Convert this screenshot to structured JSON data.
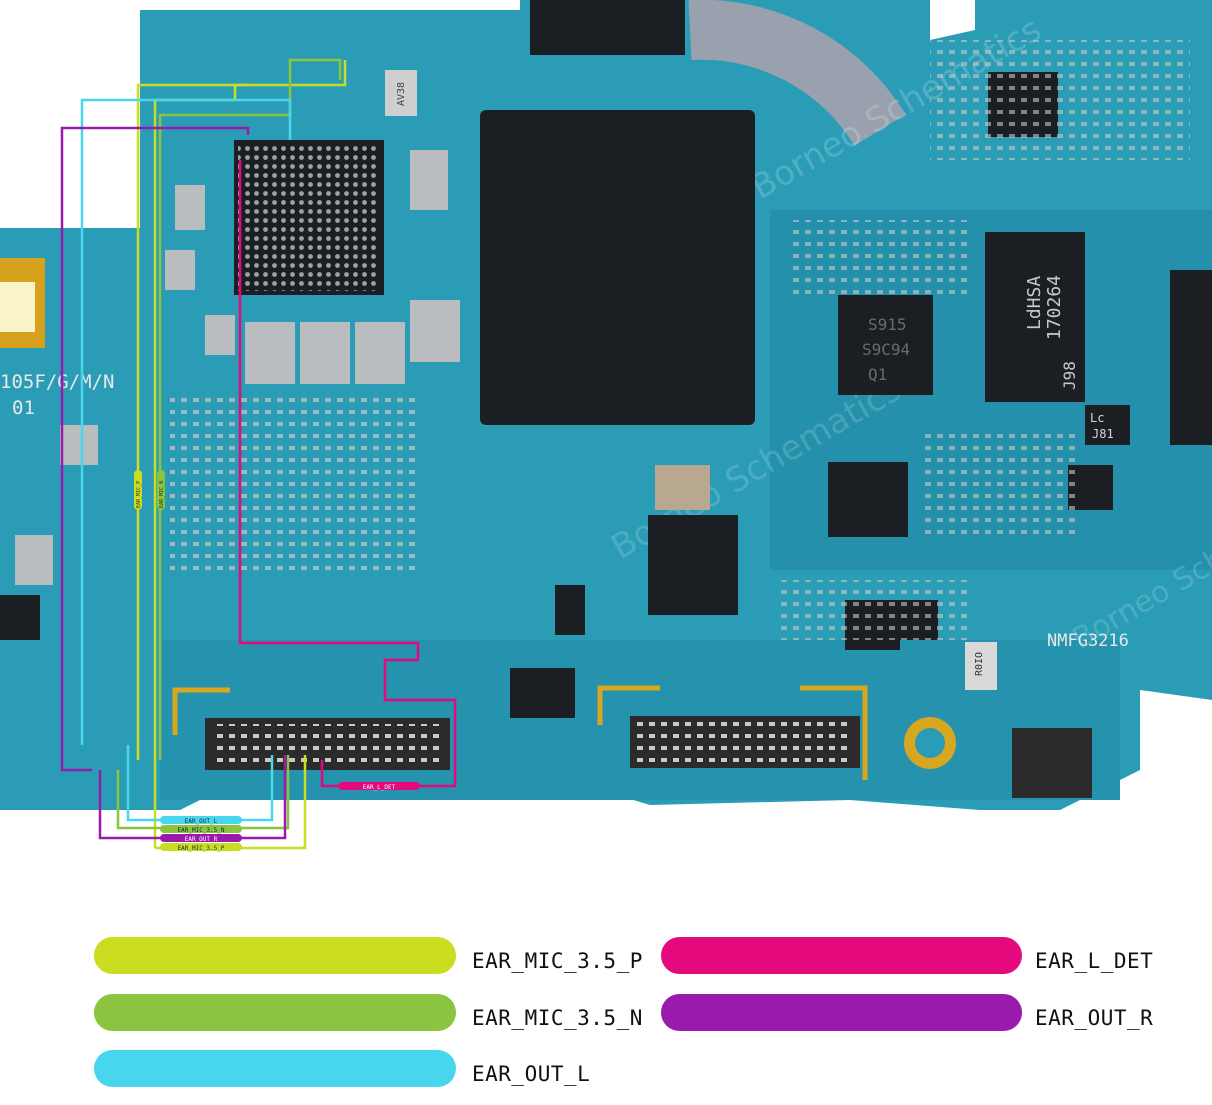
{
  "colors": {
    "board": "#2a9cb6",
    "board_dark": "#1d7f98",
    "chip": "#1b1f24",
    "silver": "#b9bdc0",
    "gold": "#d9a620",
    "ear_mic_p": "#cadd20",
    "ear_mic_n": "#8bc43f",
    "ear_out_l": "#48d6ee",
    "ear_l_det": "#e4097c",
    "ear_out_r": "#9b1aae"
  },
  "board": {
    "model_label": "105F/G/M/N",
    "rev_label": "01",
    "part_code": "NMFG3216",
    "chip_marking_1": "LdHSA",
    "chip_marking_2": "170264",
    "chip_marking_3": "J98",
    "chip_marking_4": "S915",
    "chip_marking_5": "S9C94",
    "chip_marking_6": "Q1",
    "chip_marking_7": "Lc",
    "chip_marking_8": "J81",
    "resistor_marking": "R0IO",
    "crystal_marking": "AV38"
  },
  "net_tags": {
    "mic_p_vert": "EAR_MIC_P",
    "mic_n_vert": "EAR_MIC_N",
    "out_l": "EAR_OUT_L",
    "mic_n": "EAR_MIC_3.5_N",
    "out_r": "EAR_OUT_R",
    "mic_p": "EAR_MIC_3.5_P",
    "l_det": "EAR_L_DET"
  },
  "legend": [
    {
      "label": "EAR_MIC_3.5_P",
      "color": "#cadd20"
    },
    {
      "label": "EAR_L_DET",
      "color": "#e4097c"
    },
    {
      "label": "EAR_MIC_3.5_N",
      "color": "#8bc43f"
    },
    {
      "label": "EAR_OUT_R",
      "color": "#9b1aae"
    },
    {
      "label": "EAR_OUT_L",
      "color": "#48d6ee"
    }
  ]
}
